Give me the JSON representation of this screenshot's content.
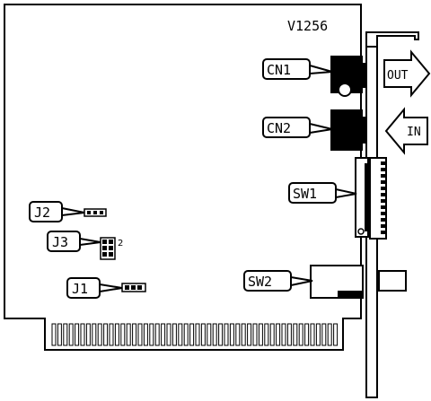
{
  "diagram": {
    "model": "V1256",
    "connectors": {
      "cn1": "CN1",
      "cn2": "CN2"
    },
    "switches": {
      "sw1": "SW1",
      "sw2": "SW2"
    },
    "jumpers": {
      "j1": "J1",
      "j2": "J2",
      "j3": "J3",
      "j3_pin_number": "2"
    },
    "arrows": {
      "out": "OUT",
      "in": "IN"
    }
  }
}
